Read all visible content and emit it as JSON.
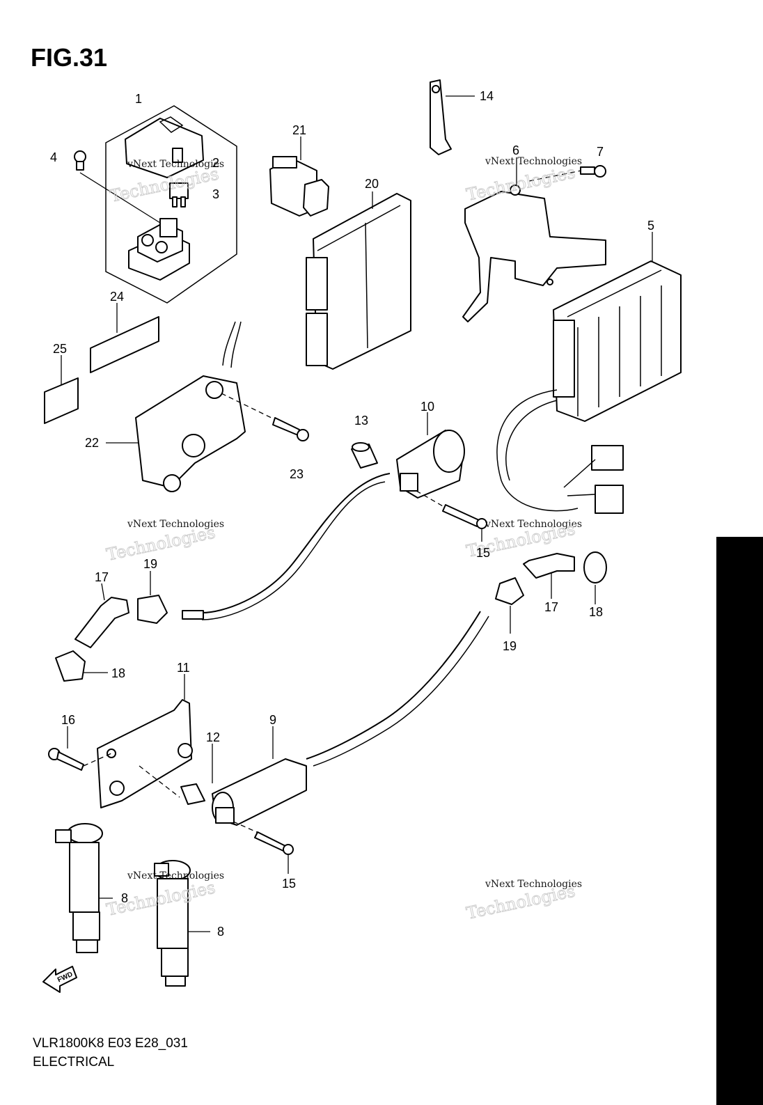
{
  "figure": {
    "title": "FIG.31"
  },
  "footer": {
    "code": "VLR1800K8 E03 E28_031",
    "label": "ELECTRICAL"
  },
  "fwd_label": "FWD",
  "watermark": {
    "line1": "vNext Technologies",
    "line2a": "vNext",
    "line2b": "Technologies"
  },
  "callouts": [
    "1",
    "2",
    "3",
    "4",
    "5",
    "6",
    "7",
    "8",
    "8",
    "9",
    "10",
    "11",
    "12",
    "13",
    "14",
    "15",
    "15",
    "16",
    "17",
    "17",
    "18",
    "18",
    "19",
    "19",
    "20",
    "21",
    "22",
    "23",
    "24",
    "25"
  ]
}
